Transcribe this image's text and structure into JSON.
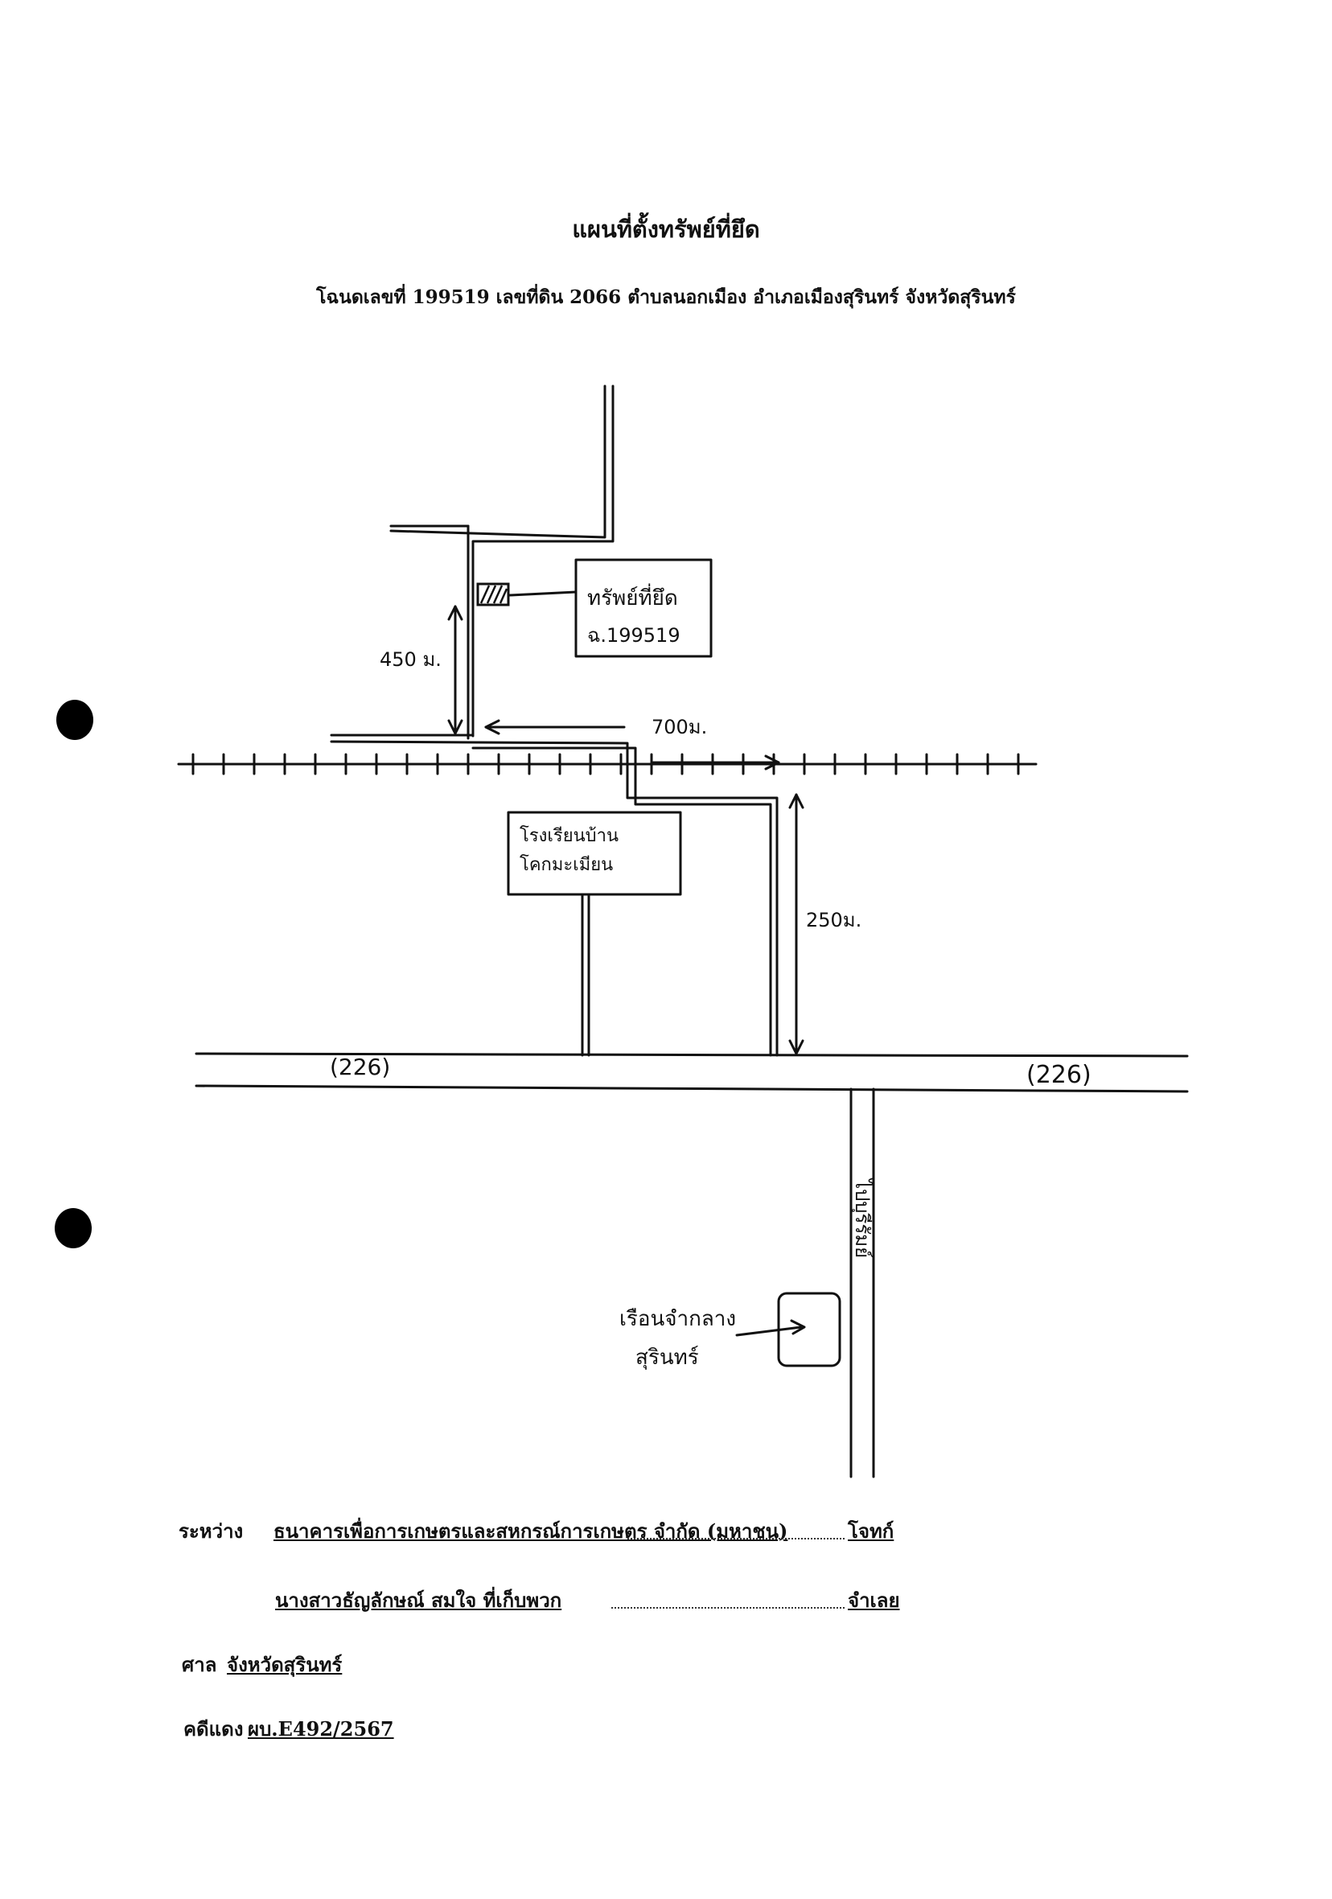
{
  "document": {
    "title": "แผนที่ตั้งทรัพย์ที่ยึด",
    "subtitle": "โฉนดเลขที่ 199519  เลขที่ดิน 2066  ตำบลนอกเมือง  อำเภอเมืองสุรินทร์  จังหวัดสุรินทร์"
  },
  "map": {
    "property_label_line1": "ทรัพย์ที่ยึด",
    "property_label_line2": "ฉ.199519",
    "distance_vertical_upper": "450 ม.",
    "distance_horizontal": "700ม.",
    "distance_vertical_lower": "250ม.",
    "school_label_line1": "โรงเรียนบ้าน",
    "school_label_line2": "โคกมะเมียน",
    "road_number_left": "(226)",
    "road_number_right": "(226)",
    "side_road_label": "ไปบุรีรัมย์",
    "landmark_line1": "เรือนจำกลาง",
    "landmark_line2": "สุรินทร์"
  },
  "parties": {
    "between_label": "ระหว่าง",
    "plaintiff_name": "ธนาคารเพื่อการเกษตรและสหกรณ์การเกษตร จำกัด (มหาชน)",
    "plaintiff_role": "โจทก์",
    "defendant_name": "นางสาวธัญลักษณ์ สมใจ ที่เก็บพวก",
    "defendant_role": "จำเลย"
  },
  "court": {
    "label": "ศาล",
    "name": "จังหวัดสุรินทร์"
  },
  "case": {
    "label": "คดีแดง",
    "number": "ผบ.E492/2567"
  }
}
